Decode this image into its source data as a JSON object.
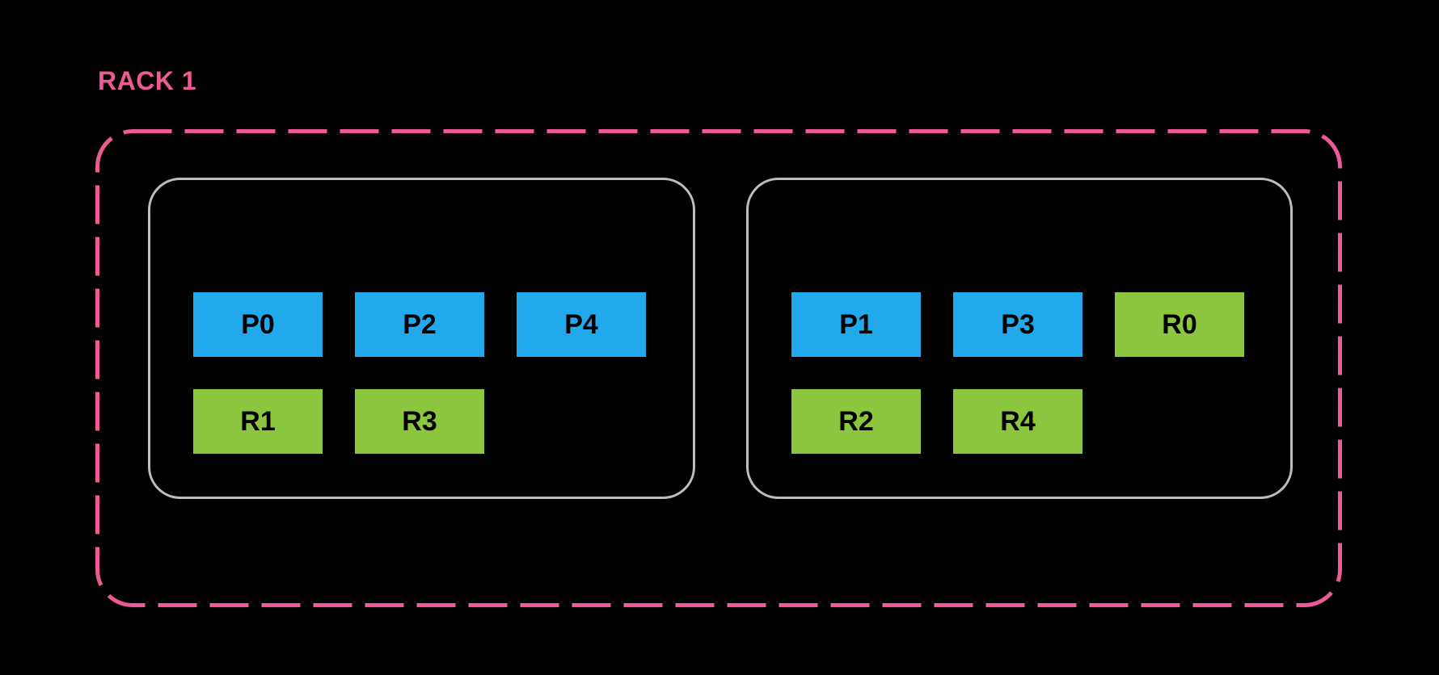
{
  "colors": {
    "background": "#000000",
    "accent-pink": "#ED5A95",
    "box-blue": "#22A9EC",
    "box-green": "#8CC63E",
    "node-border": "#BDBDBD",
    "box-label": "#000000"
  },
  "rack": {
    "title": "RACK 1",
    "nodes": [
      {
        "boxes": [
          {
            "label": "P0",
            "color": "blue"
          },
          {
            "label": "P2",
            "color": "blue"
          },
          {
            "label": "P4",
            "color": "blue"
          },
          {
            "label": "R1",
            "color": "green"
          },
          {
            "label": "R3",
            "color": "green"
          }
        ]
      },
      {
        "boxes": [
          {
            "label": "P1",
            "color": "blue"
          },
          {
            "label": "P3",
            "color": "blue"
          },
          {
            "label": "R0",
            "color": "green"
          },
          {
            "label": "R2",
            "color": "green"
          },
          {
            "label": "R4",
            "color": "green"
          }
        ]
      }
    ]
  }
}
